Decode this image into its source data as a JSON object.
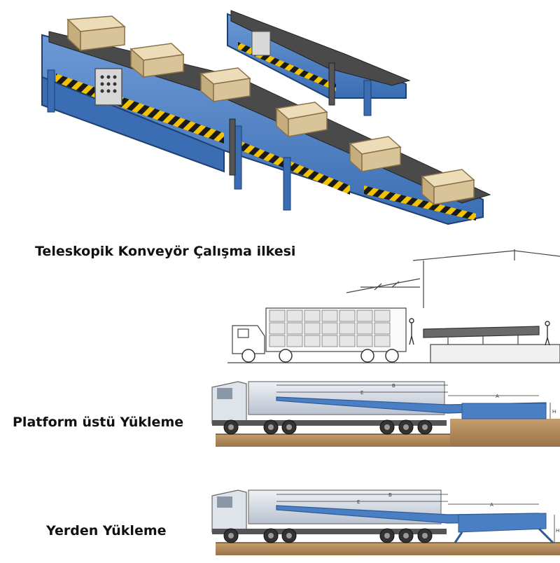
{
  "captions": {
    "principle": "Teleskopik Konveyör Çalışma ilkesi",
    "platform_loading": "Platform üstü Yükleme",
    "ground_loading": "Yerden Yükleme"
  },
  "dimension_labels": {
    "a": "A",
    "b": "B",
    "e": "E",
    "h": "H"
  },
  "colors": {
    "conveyor_blue": "#4a7fc4",
    "conveyor_dark": "#2d5a99",
    "box_tan": "#d9c49a",
    "ground_brown": "#b08a5c",
    "hazard_yellow": "#f2c200"
  }
}
